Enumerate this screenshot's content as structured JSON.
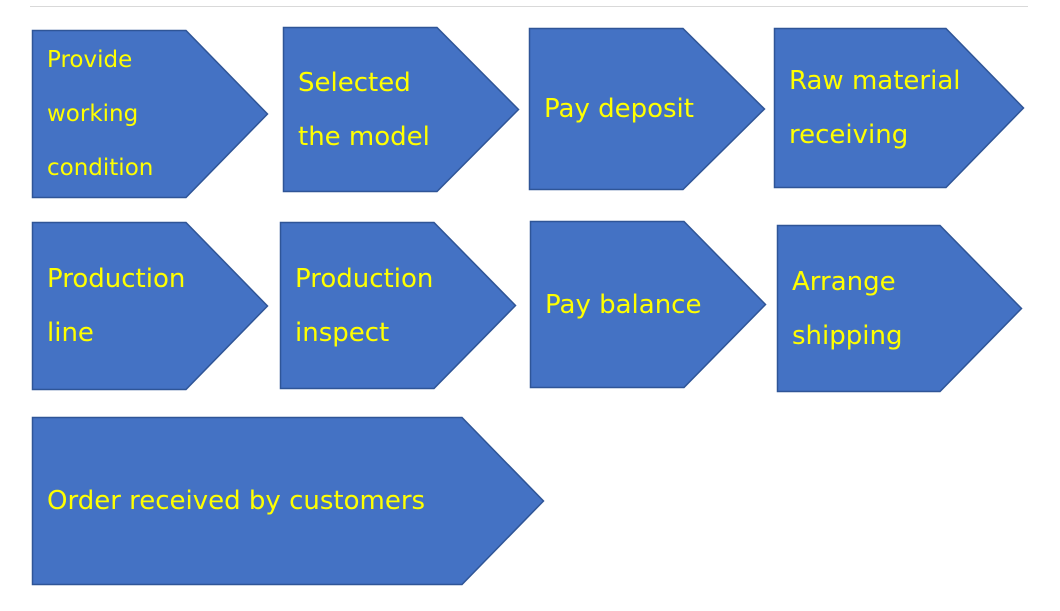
{
  "colors": {
    "shape_fill": "#4472c4",
    "shape_stroke": "#2f5597",
    "label_text": "#ffff00"
  },
  "steps": [
    {
      "lines": [
        "Provide",
        "working",
        "condition"
      ]
    },
    {
      "lines": [
        "Selected",
        "the model"
      ]
    },
    {
      "lines": [
        "Pay deposit"
      ]
    },
    {
      "lines": [
        "Raw material",
        "receiving"
      ]
    },
    {
      "lines": [
        "Production",
        "line"
      ]
    },
    {
      "lines": [
        "Production",
        "inspect"
      ]
    },
    {
      "lines": [
        "Pay balance"
      ]
    },
    {
      "lines": [
        "Arrange",
        "shipping"
      ]
    },
    {
      "lines": [
        "Order received by customers"
      ]
    }
  ]
}
